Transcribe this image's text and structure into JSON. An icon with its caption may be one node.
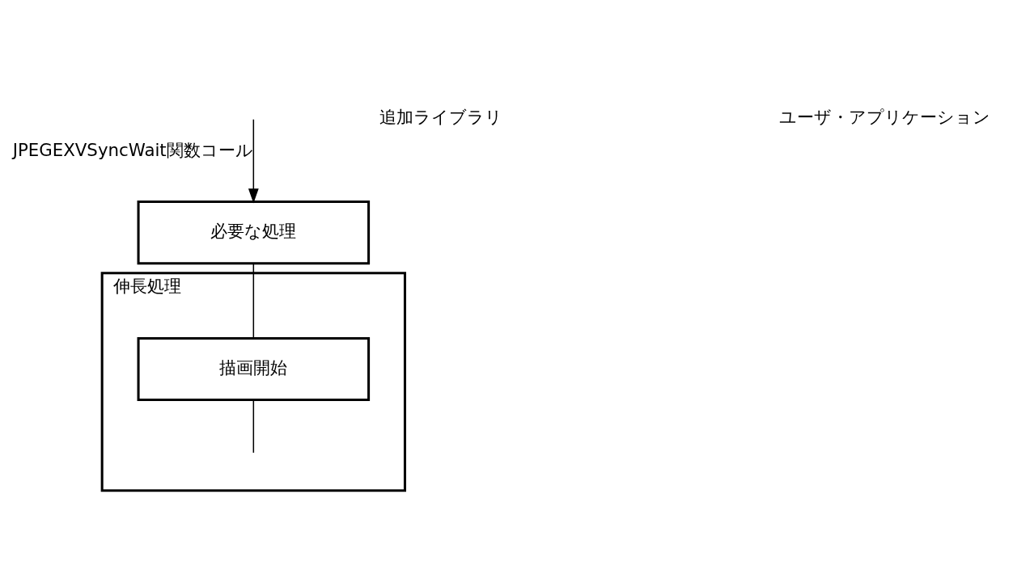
{
  "diagram": {
    "nodes": [
      {
        "text": [
          "伸長処理"
        ]
      },
      {
        "text": [
          "描画開始"
        ],
        "in": 0
      },
      {
        "text": [
          "必要な処理"
        ]
      }
    ],
    "edges": [
      {
        "from": null,
        "to": 2,
        "arrow": "to",
        "label": "JPEGEXVSyncWait関数コール"
      },
      {
        "from": 2,
        "to": 1,
        "arrow": "none"
      },
      {
        "from": 1,
        "to": null,
        "arrow": "none"
      }
    ],
    "labels": [
      "追加ライブラリ",
      "ユーザ・アプリケーション"
    ]
  }
}
